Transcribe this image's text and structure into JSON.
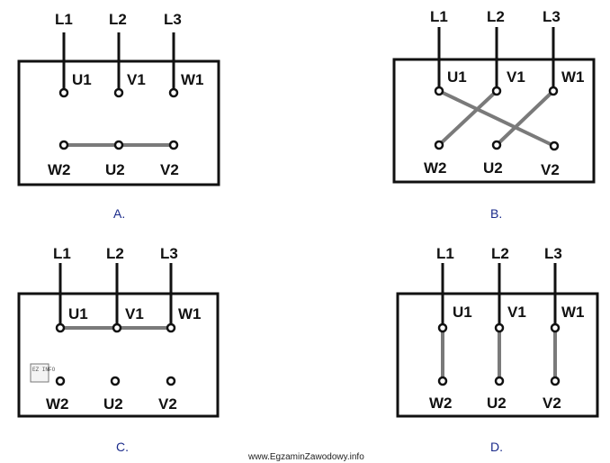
{
  "panels": [
    {
      "caption": "A.",
      "lines": [
        "L1",
        "L2",
        "L3"
      ],
      "top_terminals": [
        "U1",
        "V1",
        "W1"
      ],
      "bottom_terminals": [
        "W2",
        "U2",
        "V2"
      ],
      "connection": "star-bottom"
    },
    {
      "caption": "B.",
      "lines": [
        "L1",
        "L2",
        "L3"
      ],
      "top_terminals": [
        "U1",
        "V1",
        "W1"
      ],
      "bottom_terminals": [
        "W2",
        "U2",
        "V2"
      ],
      "connection": "crossed"
    },
    {
      "caption": "C.",
      "lines": [
        "L1",
        "L2",
        "L3"
      ],
      "top_terminals": [
        "U1",
        "V1",
        "W1"
      ],
      "bottom_terminals": [
        "W2",
        "U2",
        "V2"
      ],
      "connection": "star-top"
    },
    {
      "caption": "D.",
      "lines": [
        "L1",
        "L2",
        "L3"
      ],
      "top_terminals": [
        "U1",
        "V1",
        "W1"
      ],
      "bottom_terminals": [
        "W2",
        "U2",
        "V2"
      ],
      "connection": "delta-vertical"
    }
  ],
  "footer": "www.EgzaminZawodowy.info",
  "logo_text": "EZ INFO"
}
